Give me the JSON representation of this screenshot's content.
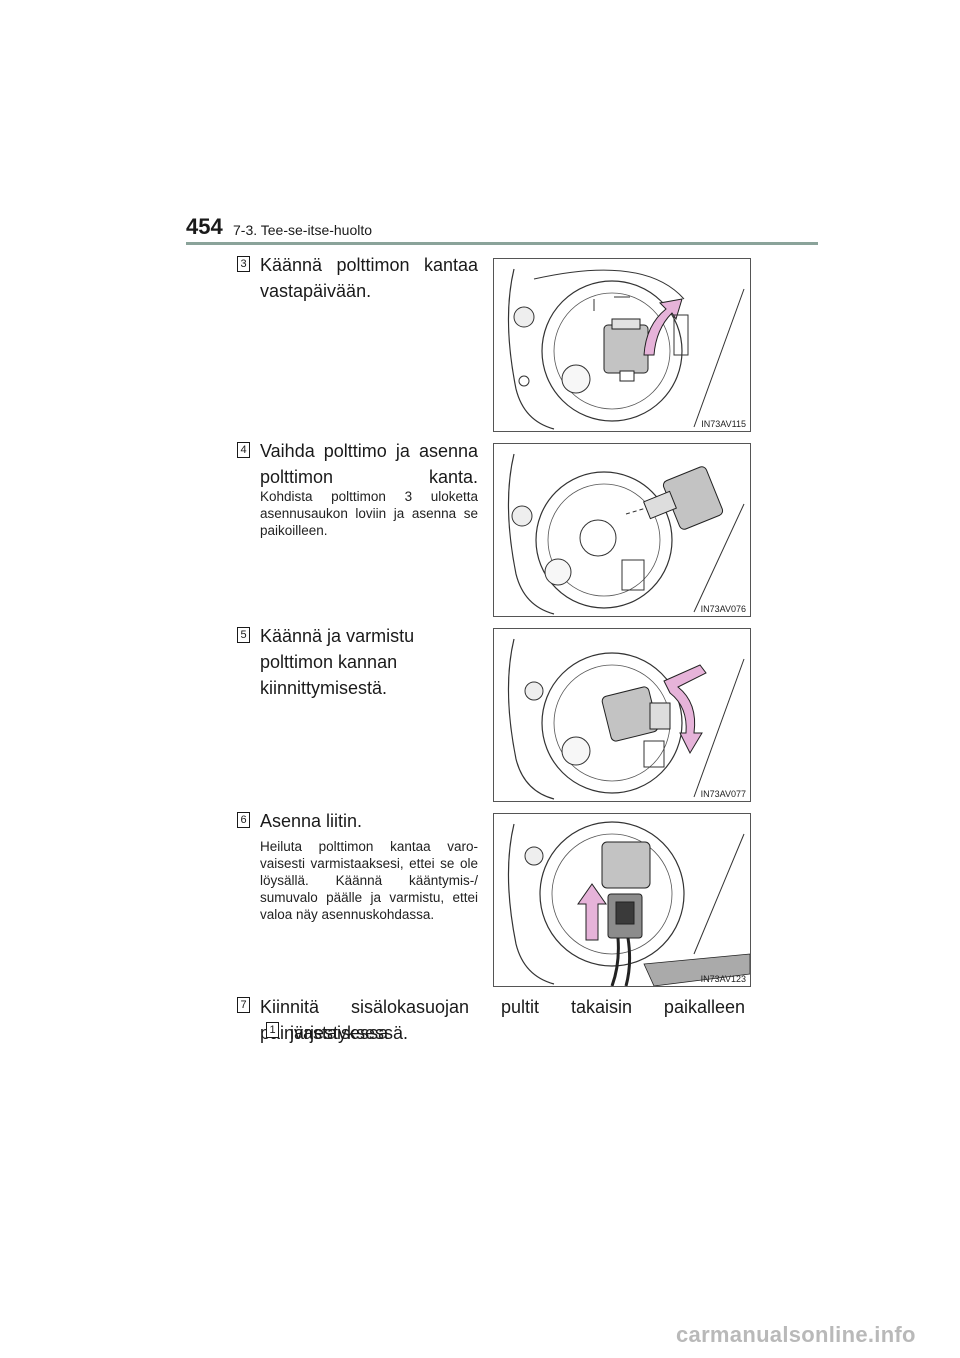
{
  "header": {
    "page_number": "454",
    "section": "7-3. Tee-se-itse-huolto"
  },
  "steps": [
    {
      "num": "3",
      "title": "Käännä polttimon kantaa vastapäivään.",
      "note": "",
      "figure_code": "IN73AV115"
    },
    {
      "num": "4",
      "title": "Vaihda polttimo ja asenna polttimon kanta.",
      "note": "Kohdista polttimon 3 uloketta asennusaukon loviin ja asenna se paikoilleen.",
      "figure_code": "IN73AV076"
    },
    {
      "num": "5",
      "title": "Käännä ja varmistu polttimon kannan kiinnittymisestä.",
      "note": "",
      "figure_code": "IN73AV077"
    },
    {
      "num": "6",
      "title": "Asenna liitin.",
      "note": "Heiluta polttimon kantaa varo-vaisesti varmistaaksesi, ettei se ole löysällä. Käännä kääntymis-/ sumuvalo päälle ja varmistu, ettei valoa näy asennuskohdassa.",
      "figure_code": "IN73AV123"
    }
  ],
  "step7": {
    "num": "7",
    "text_line1": "Kiinnitä sisälokasuojan pultit takaisin paikalleen päinvastaisessa",
    "ref_num": "1",
    "text_line2": "järjestyksessä."
  },
  "watermark": "carmanualsonline.info",
  "colors": {
    "arrow": "#e6b3d9",
    "rule": "#8aa39a",
    "bulb": "#bdbdbd"
  }
}
